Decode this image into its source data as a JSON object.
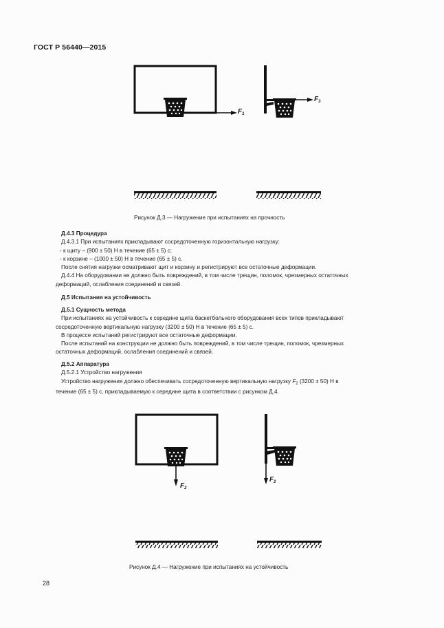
{
  "header": {
    "standard": "ГОСТ Р 56440—2015"
  },
  "figure_d3": {
    "caption": "Рисунок Д.3 — Нагружение при испытаниях на прочность",
    "labels": {
      "f1": "F",
      "f1_sub": "1",
      "f3": "F",
      "f3_sub": "3"
    }
  },
  "section_d43": {
    "heading": "Д.4.3 Процедура",
    "p1": "Д.4.3.1 При испытаниях прикладывают сосредоточенную горизонтальную нагрузку:",
    "item1": "-  к щиту – (900 ± 50) Н в течение (65 ± 5) с;",
    "item2": "-  к корзине – (1000 ± 50) Н в течение (65 ± 5) с.",
    "p2": "После снятия нагрузки осматривают щит и корзину и регистрируют все остаточные деформации.",
    "p3a": "Д.4.4 На оборудовании не должно быть повреждений, в том числе трещин, поломок, чрезмерных остаточных",
    "p3b": "деформаций, ослабления соединений и связей."
  },
  "section_d5": {
    "heading": "Д.5 Испытания на устойчивость",
    "sub1_heading": "Д.5.1 Сущность метода",
    "sub1_p1a": "При испытаниях на устойчивость к середине щита баскетбольного оборудования всех типов прикладывают",
    "sub1_p1b": "сосредоточенную вертикальную нагрузку (3200 ± 50) Н в течение (65 ± 5) с.",
    "sub1_p2": "В процессе испытаний регистрируют все остаточные деформации.",
    "sub1_p3a": "После испытаний на конструкции не должно быть повреждений, в том числе трещин, поломок, чрезмерных",
    "sub1_p3b": "остаточных деформаций, ослабления соединений и связей.",
    "sub2_heading": "Д.5.2 Аппаратура",
    "sub2_p1": "Д.5.2.1 Устройство нагружения",
    "sub2_p2a_pre": "Устройство нагружения должно обеспечивать сосредоточенную вертикальную нагрузку ",
    "sub2_p2a_var": "F",
    "sub2_p2a_sub": "2",
    "sub2_p2a_post": " (3200 ± 50) Н в",
    "sub2_p2b": "течение (65 ± 5) с, прикладываемую к середине щита в соответствии с рисунком Д.4."
  },
  "figure_d4": {
    "caption": "Рисунок Д.4 — Нагружение при испытаниях на устойчивость",
    "labels": {
      "f2a": "F",
      "f2a_sub": "2",
      "f2b": "F",
      "f2b_sub": "2"
    }
  },
  "footer": {
    "page_number": "28"
  }
}
